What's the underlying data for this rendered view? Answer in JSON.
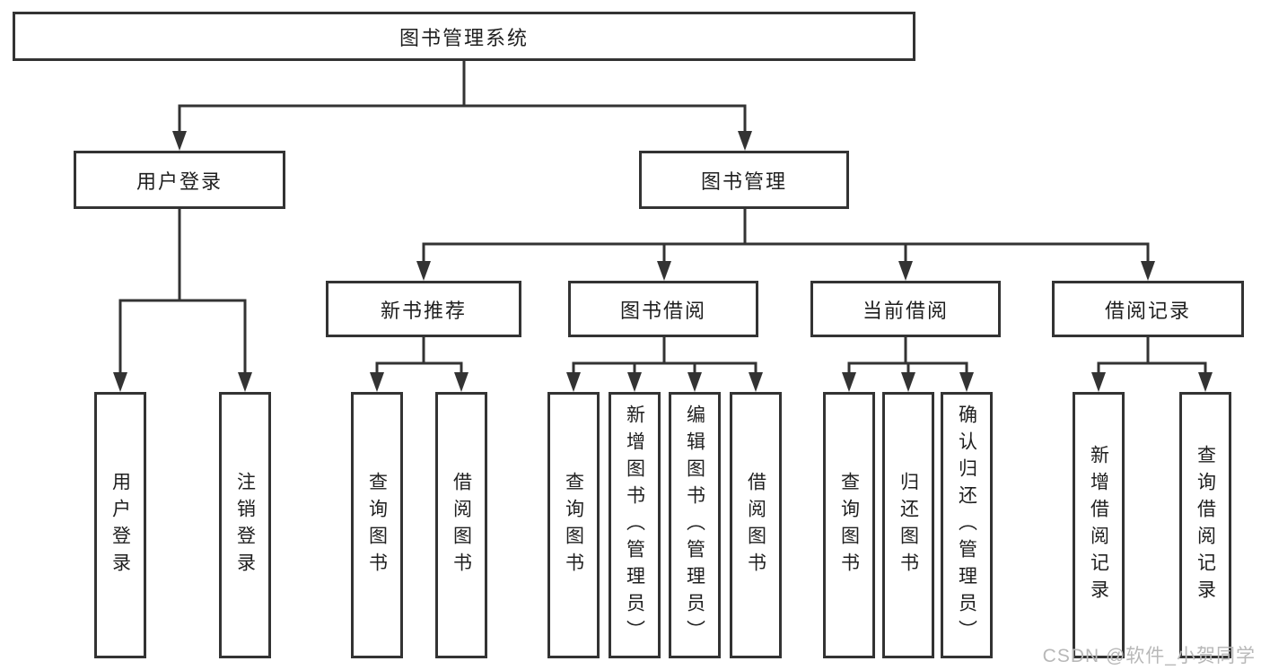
{
  "diagram": {
    "root": {
      "label": "图书管理系统"
    },
    "level2": {
      "user_login": {
        "label": "用户登录"
      },
      "book_mgmt": {
        "label": "图书管理"
      }
    },
    "level3": {
      "new_books": {
        "label": "新书推荐"
      },
      "book_borrow": {
        "label": "图书借阅"
      },
      "current_borrow": {
        "label": "当前借阅"
      },
      "borrow_records": {
        "label": "借阅记录"
      }
    },
    "leaves": {
      "user_login": [
        "用户登录",
        "注销登录"
      ],
      "new_books": [
        "查询图书",
        "借阅图书"
      ],
      "book_borrow": [
        "查询图书",
        "新增图书（管理员）",
        "编辑图书（管理员）",
        "借阅图书"
      ],
      "current_borrow": [
        "查询图书",
        "归还图书",
        "确认归还（管理员）"
      ],
      "borrow_records": [
        "新增借阅记录",
        "查询借阅记录"
      ]
    },
    "colors": {
      "line": "#333333",
      "box_border": "#333333",
      "text": "#1f1f1f",
      "watermark": "#b8b8b8",
      "background": "#ffffff"
    }
  },
  "watermark": {
    "text": "CSDN @软件_小贺同学"
  }
}
